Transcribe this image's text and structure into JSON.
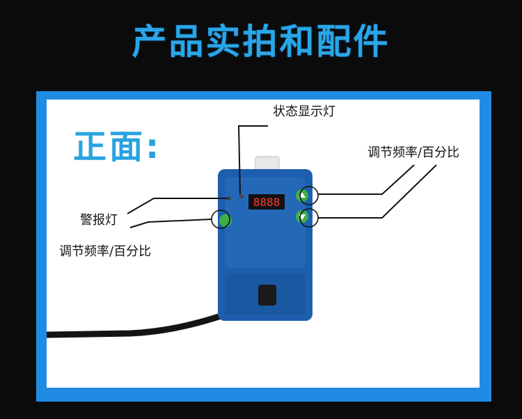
{
  "header": {
    "title": "产品实拍和配件"
  },
  "photo": {
    "view_label": "正面:",
    "callouts": {
      "status_light": "状态显示灯",
      "alarm_light": "警报灯",
      "adjust_left": "调节频率/百分比",
      "adjust_right": "调节频率/百分比"
    },
    "display_readout": "8888"
  },
  "colors": {
    "title": "#2aa6e8",
    "frame": "#1f8be2",
    "pump_body": "#1d5fae",
    "button_green": "#3fae4a"
  }
}
